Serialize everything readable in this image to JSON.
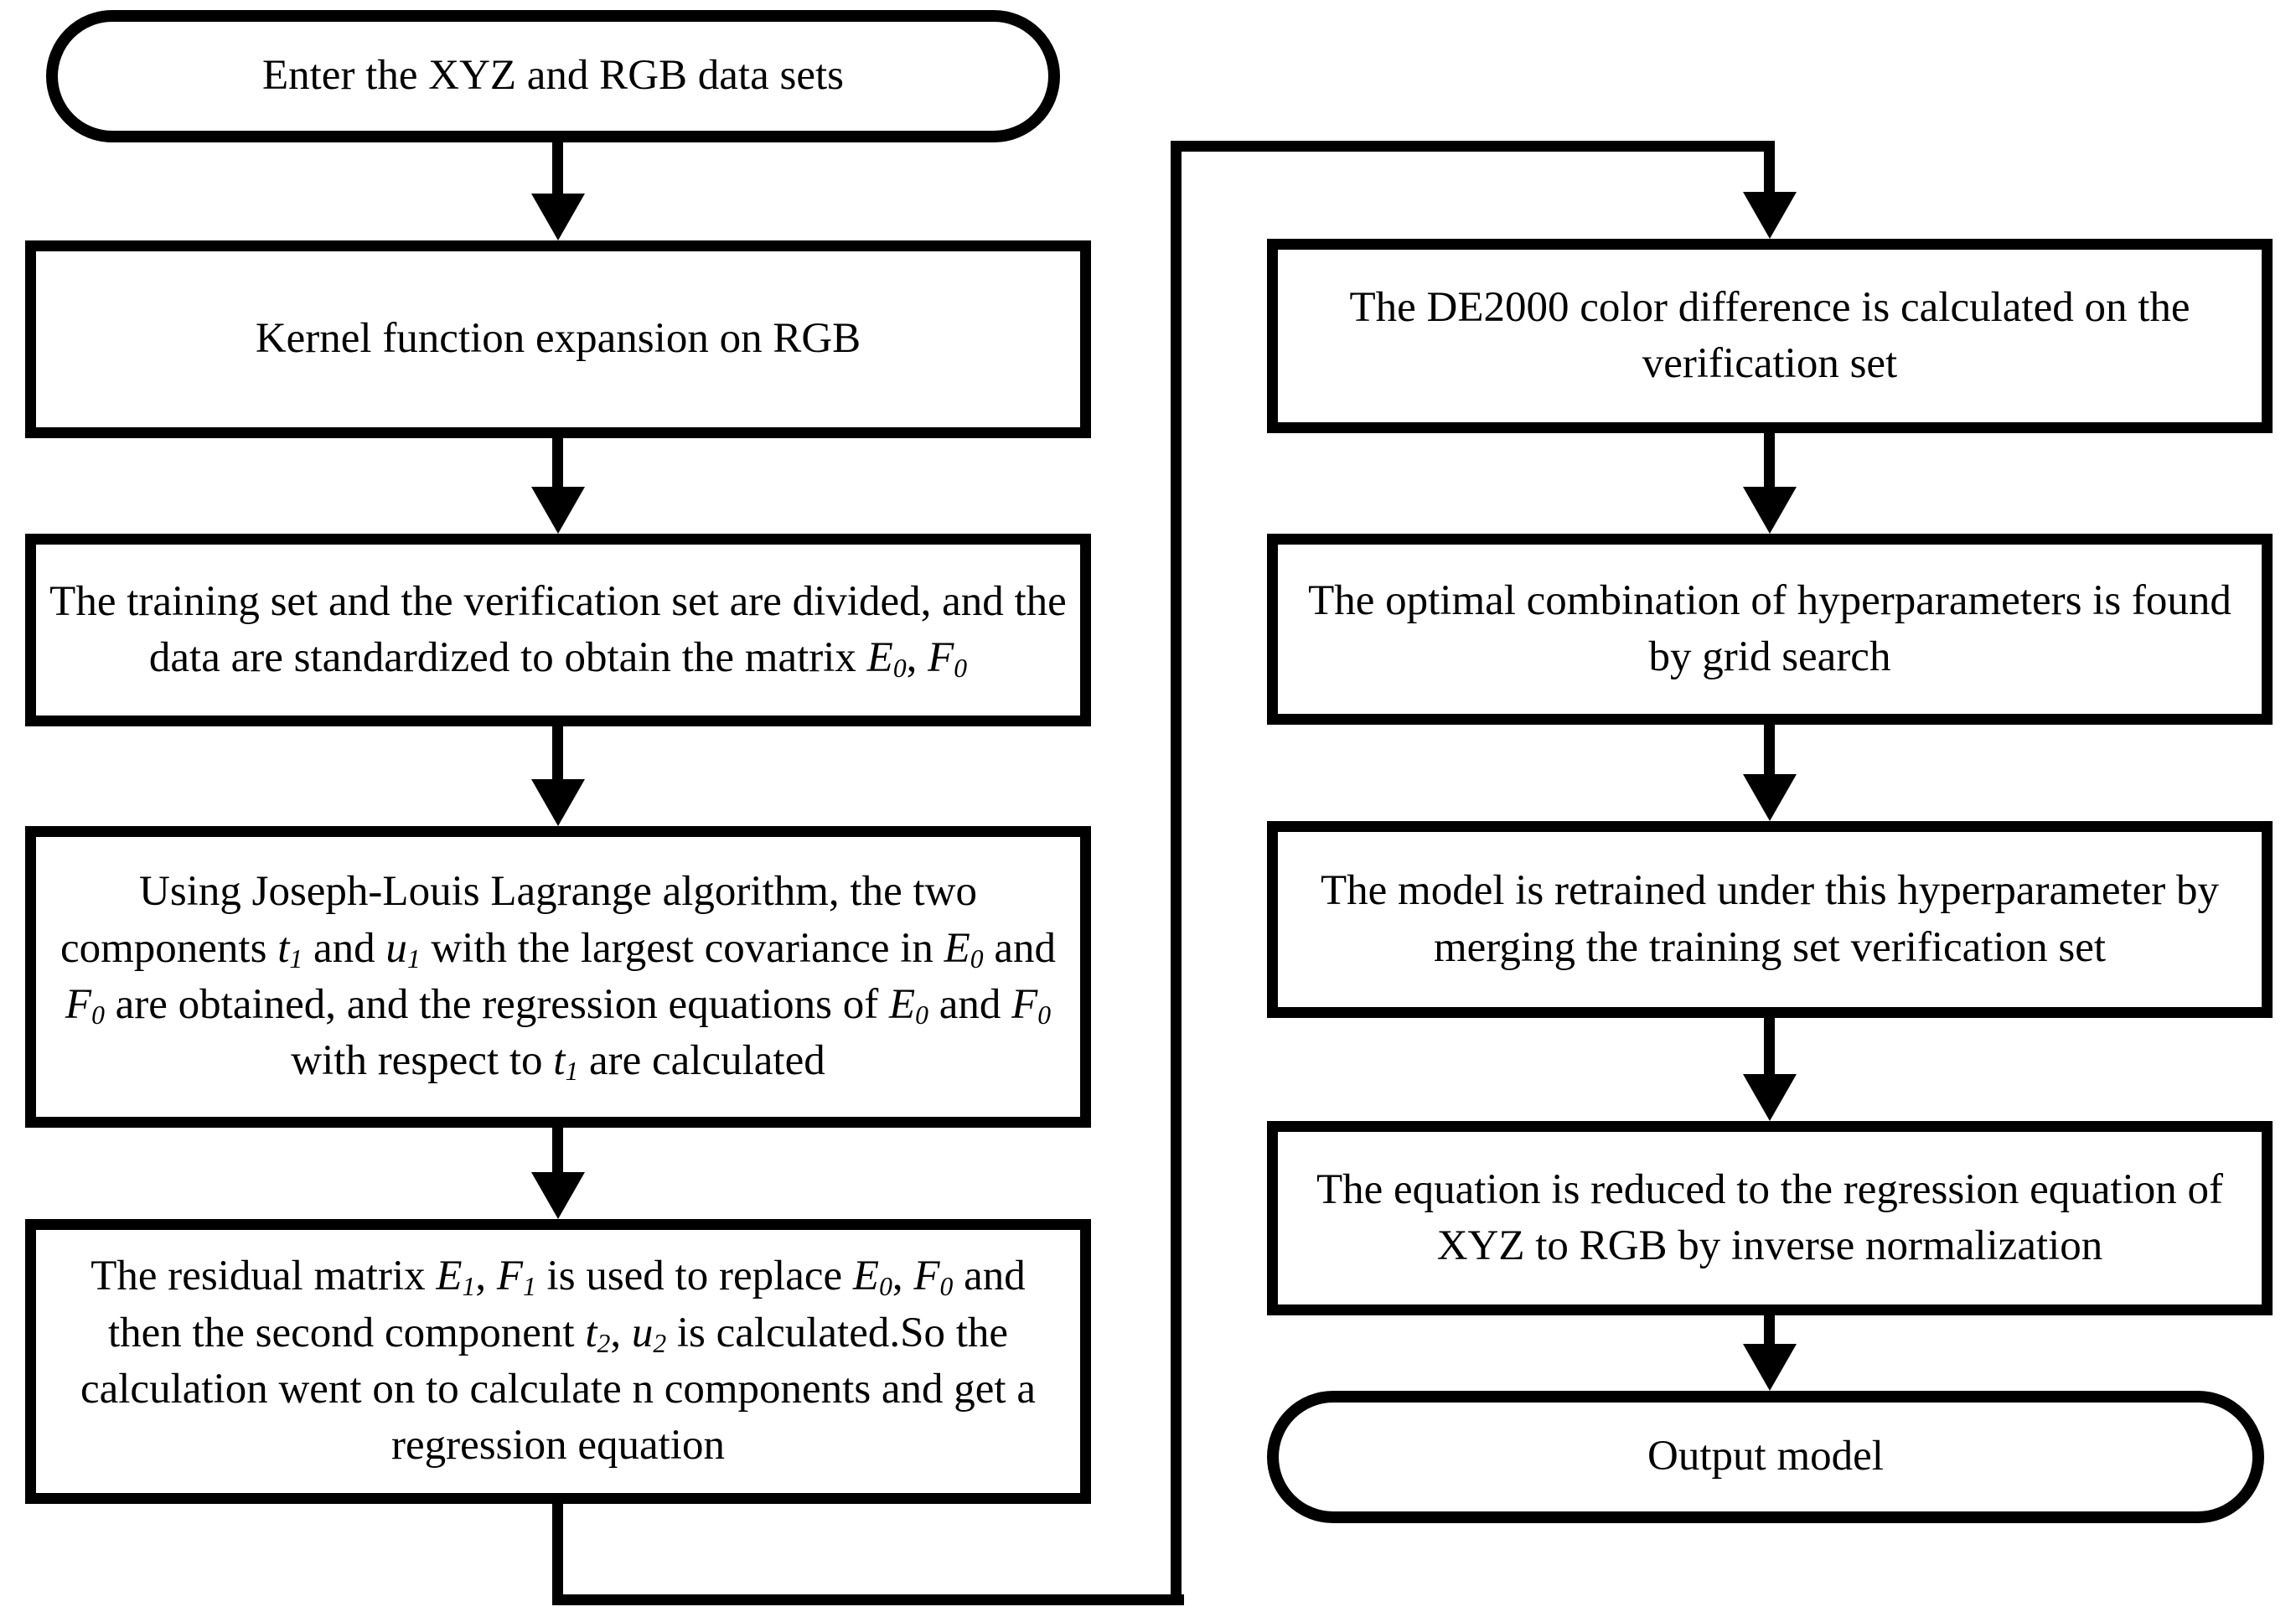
{
  "diagram": {
    "colors": {
      "background": "#ffffff",
      "stroke": "#000000",
      "text": "#000000"
    },
    "nodes": {
      "start": {
        "type": "terminator",
        "segments": [
          {
            "t": "Enter the XYZ and RGB data sets"
          }
        ]
      },
      "kernel": {
        "type": "process",
        "segments": [
          {
            "t": "Kernel function expansion on RGB"
          }
        ]
      },
      "split": {
        "type": "process",
        "segments": [
          {
            "t": "The training set and the verification set are divided, and the data are standardized to obtain the matrix "
          },
          {
            "t": "E",
            "i": true
          },
          {
            "t": "0",
            "i": true,
            "sub": true
          },
          {
            "t": ", "
          },
          {
            "t": "F",
            "i": true
          },
          {
            "t": "0",
            "i": true,
            "sub": true
          }
        ]
      },
      "lagrange": {
        "type": "process",
        "segments": [
          {
            "t": "Using Joseph-Louis Lagrange algorithm, the two components "
          },
          {
            "t": "t",
            "i": true
          },
          {
            "t": "1",
            "i": true,
            "sub": true
          },
          {
            "t": " and "
          },
          {
            "t": "u",
            "i": true
          },
          {
            "t": "1",
            "i": true,
            "sub": true
          },
          {
            "t": " with the largest covariance in "
          },
          {
            "t": "E",
            "i": true
          },
          {
            "t": "0",
            "i": true,
            "sub": true
          },
          {
            "t": " and "
          },
          {
            "t": "F",
            "i": true
          },
          {
            "t": "0",
            "i": true,
            "sub": true
          },
          {
            "t": " are obtained, and the regression equations of "
          },
          {
            "t": "E",
            "i": true
          },
          {
            "t": "0",
            "i": true,
            "sub": true
          },
          {
            "t": " and "
          },
          {
            "t": "F",
            "i": true
          },
          {
            "t": "0",
            "i": true,
            "sub": true
          },
          {
            "t": " with respect to "
          },
          {
            "t": "t",
            "i": true
          },
          {
            "t": "1",
            "i": true,
            "sub": true
          },
          {
            "t": " are calculated"
          }
        ]
      },
      "residual": {
        "type": "process",
        "segments": [
          {
            "t": "The residual matrix "
          },
          {
            "t": "E",
            "i": true
          },
          {
            "t": "1",
            "i": true,
            "sub": true
          },
          {
            "t": ", "
          },
          {
            "t": "F",
            "i": true
          },
          {
            "t": "1",
            "i": true,
            "sub": true
          },
          {
            "t": " is used to replace "
          },
          {
            "t": "E",
            "i": true
          },
          {
            "t": "0",
            "i": true,
            "sub": true
          },
          {
            "t": ", "
          },
          {
            "t": "F",
            "i": true
          },
          {
            "t": "0",
            "i": true,
            "sub": true
          },
          {
            "t": " and then the second component "
          },
          {
            "t": "t",
            "i": true
          },
          {
            "t": "2",
            "i": true,
            "sub": true
          },
          {
            "t": ", "
          },
          {
            "t": "u",
            "i": true
          },
          {
            "t": "2",
            "i": true,
            "sub": true
          },
          {
            "t": " is calculated.So the calculation went on to calculate n components and get a regression equation"
          }
        ]
      },
      "de2000": {
        "type": "process",
        "segments": [
          {
            "t": "The DE2000 color difference is calculated on the verification set"
          }
        ]
      },
      "gridsearch": {
        "type": "process",
        "segments": [
          {
            "t": "The optimal combination of hyperparameters is found by grid search"
          }
        ]
      },
      "retrain": {
        "type": "process",
        "segments": [
          {
            "t": "The model is retrained under this hyperparameter by merging the training set verification set"
          }
        ]
      },
      "inverse": {
        "type": "process",
        "segments": [
          {
            "t": "The equation is reduced to the regression equation of XYZ to RGB  by inverse normalization"
          }
        ]
      },
      "output": {
        "type": "terminator",
        "segments": [
          {
            "t": "Output model"
          }
        ]
      }
    },
    "edges": [
      {
        "from": "start",
        "to": "kernel"
      },
      {
        "from": "kernel",
        "to": "split"
      },
      {
        "from": "split",
        "to": "lagrange"
      },
      {
        "from": "lagrange",
        "to": "residual"
      },
      {
        "from": "residual",
        "to": "de2000"
      },
      {
        "from": "de2000",
        "to": "gridsearch"
      },
      {
        "from": "gridsearch",
        "to": "retrain"
      },
      {
        "from": "retrain",
        "to": "inverse"
      },
      {
        "from": "inverse",
        "to": "output"
      }
    ]
  }
}
